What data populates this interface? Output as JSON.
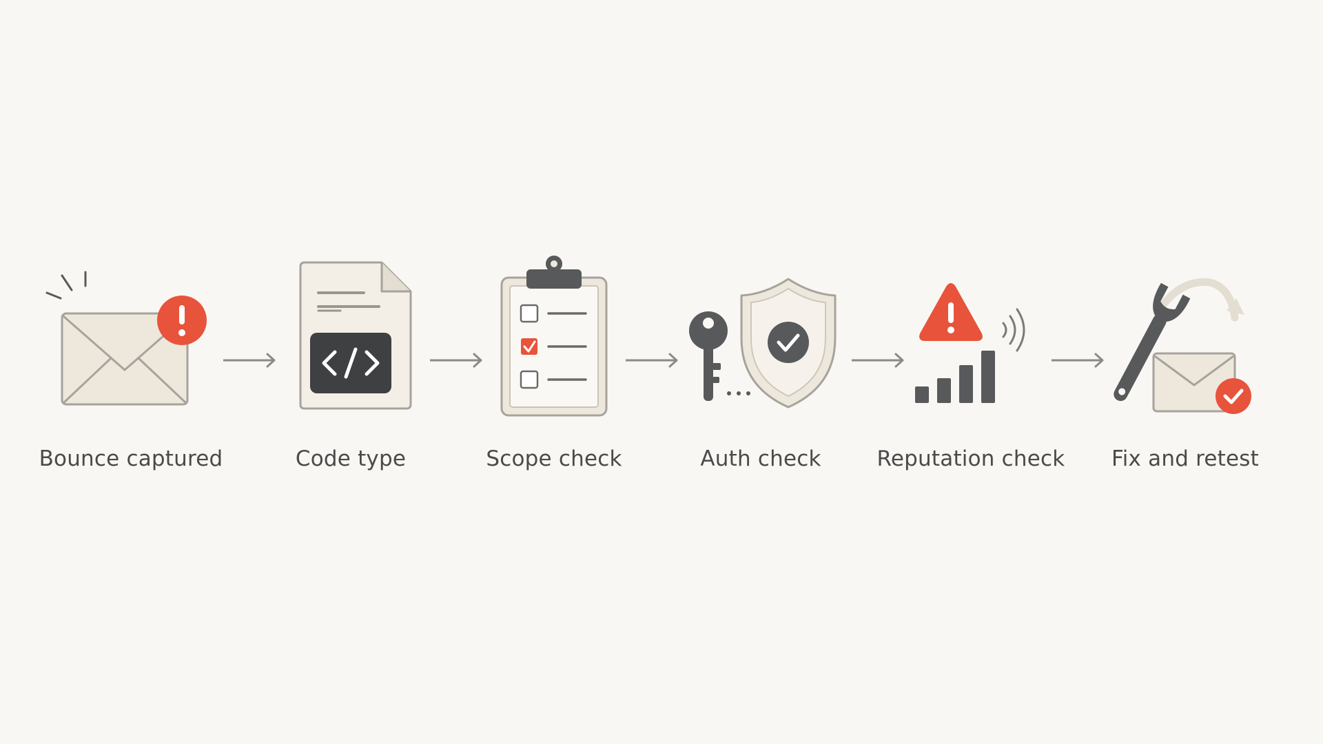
{
  "steps": [
    {
      "label": "Bounce captured",
      "icon": "envelope-alert-icon"
    },
    {
      "label": "Code type",
      "icon": "code-document-icon"
    },
    {
      "label": "Scope check",
      "icon": "clipboard-checklist-icon"
    },
    {
      "label": "Auth check",
      "icon": "key-shield-icon"
    },
    {
      "label": "Reputation check",
      "icon": "warning-signal-icon"
    },
    {
      "label": "Fix and retest",
      "icon": "wrench-envelope-check-icon"
    }
  ],
  "colors": {
    "background": "#f9f7f3",
    "accent_red": "#e8533b",
    "icon_dark": "#58595b",
    "icon_fill": "#ede7dc",
    "icon_stroke": "#a7a39c",
    "label_text": "#4a4a4a"
  }
}
